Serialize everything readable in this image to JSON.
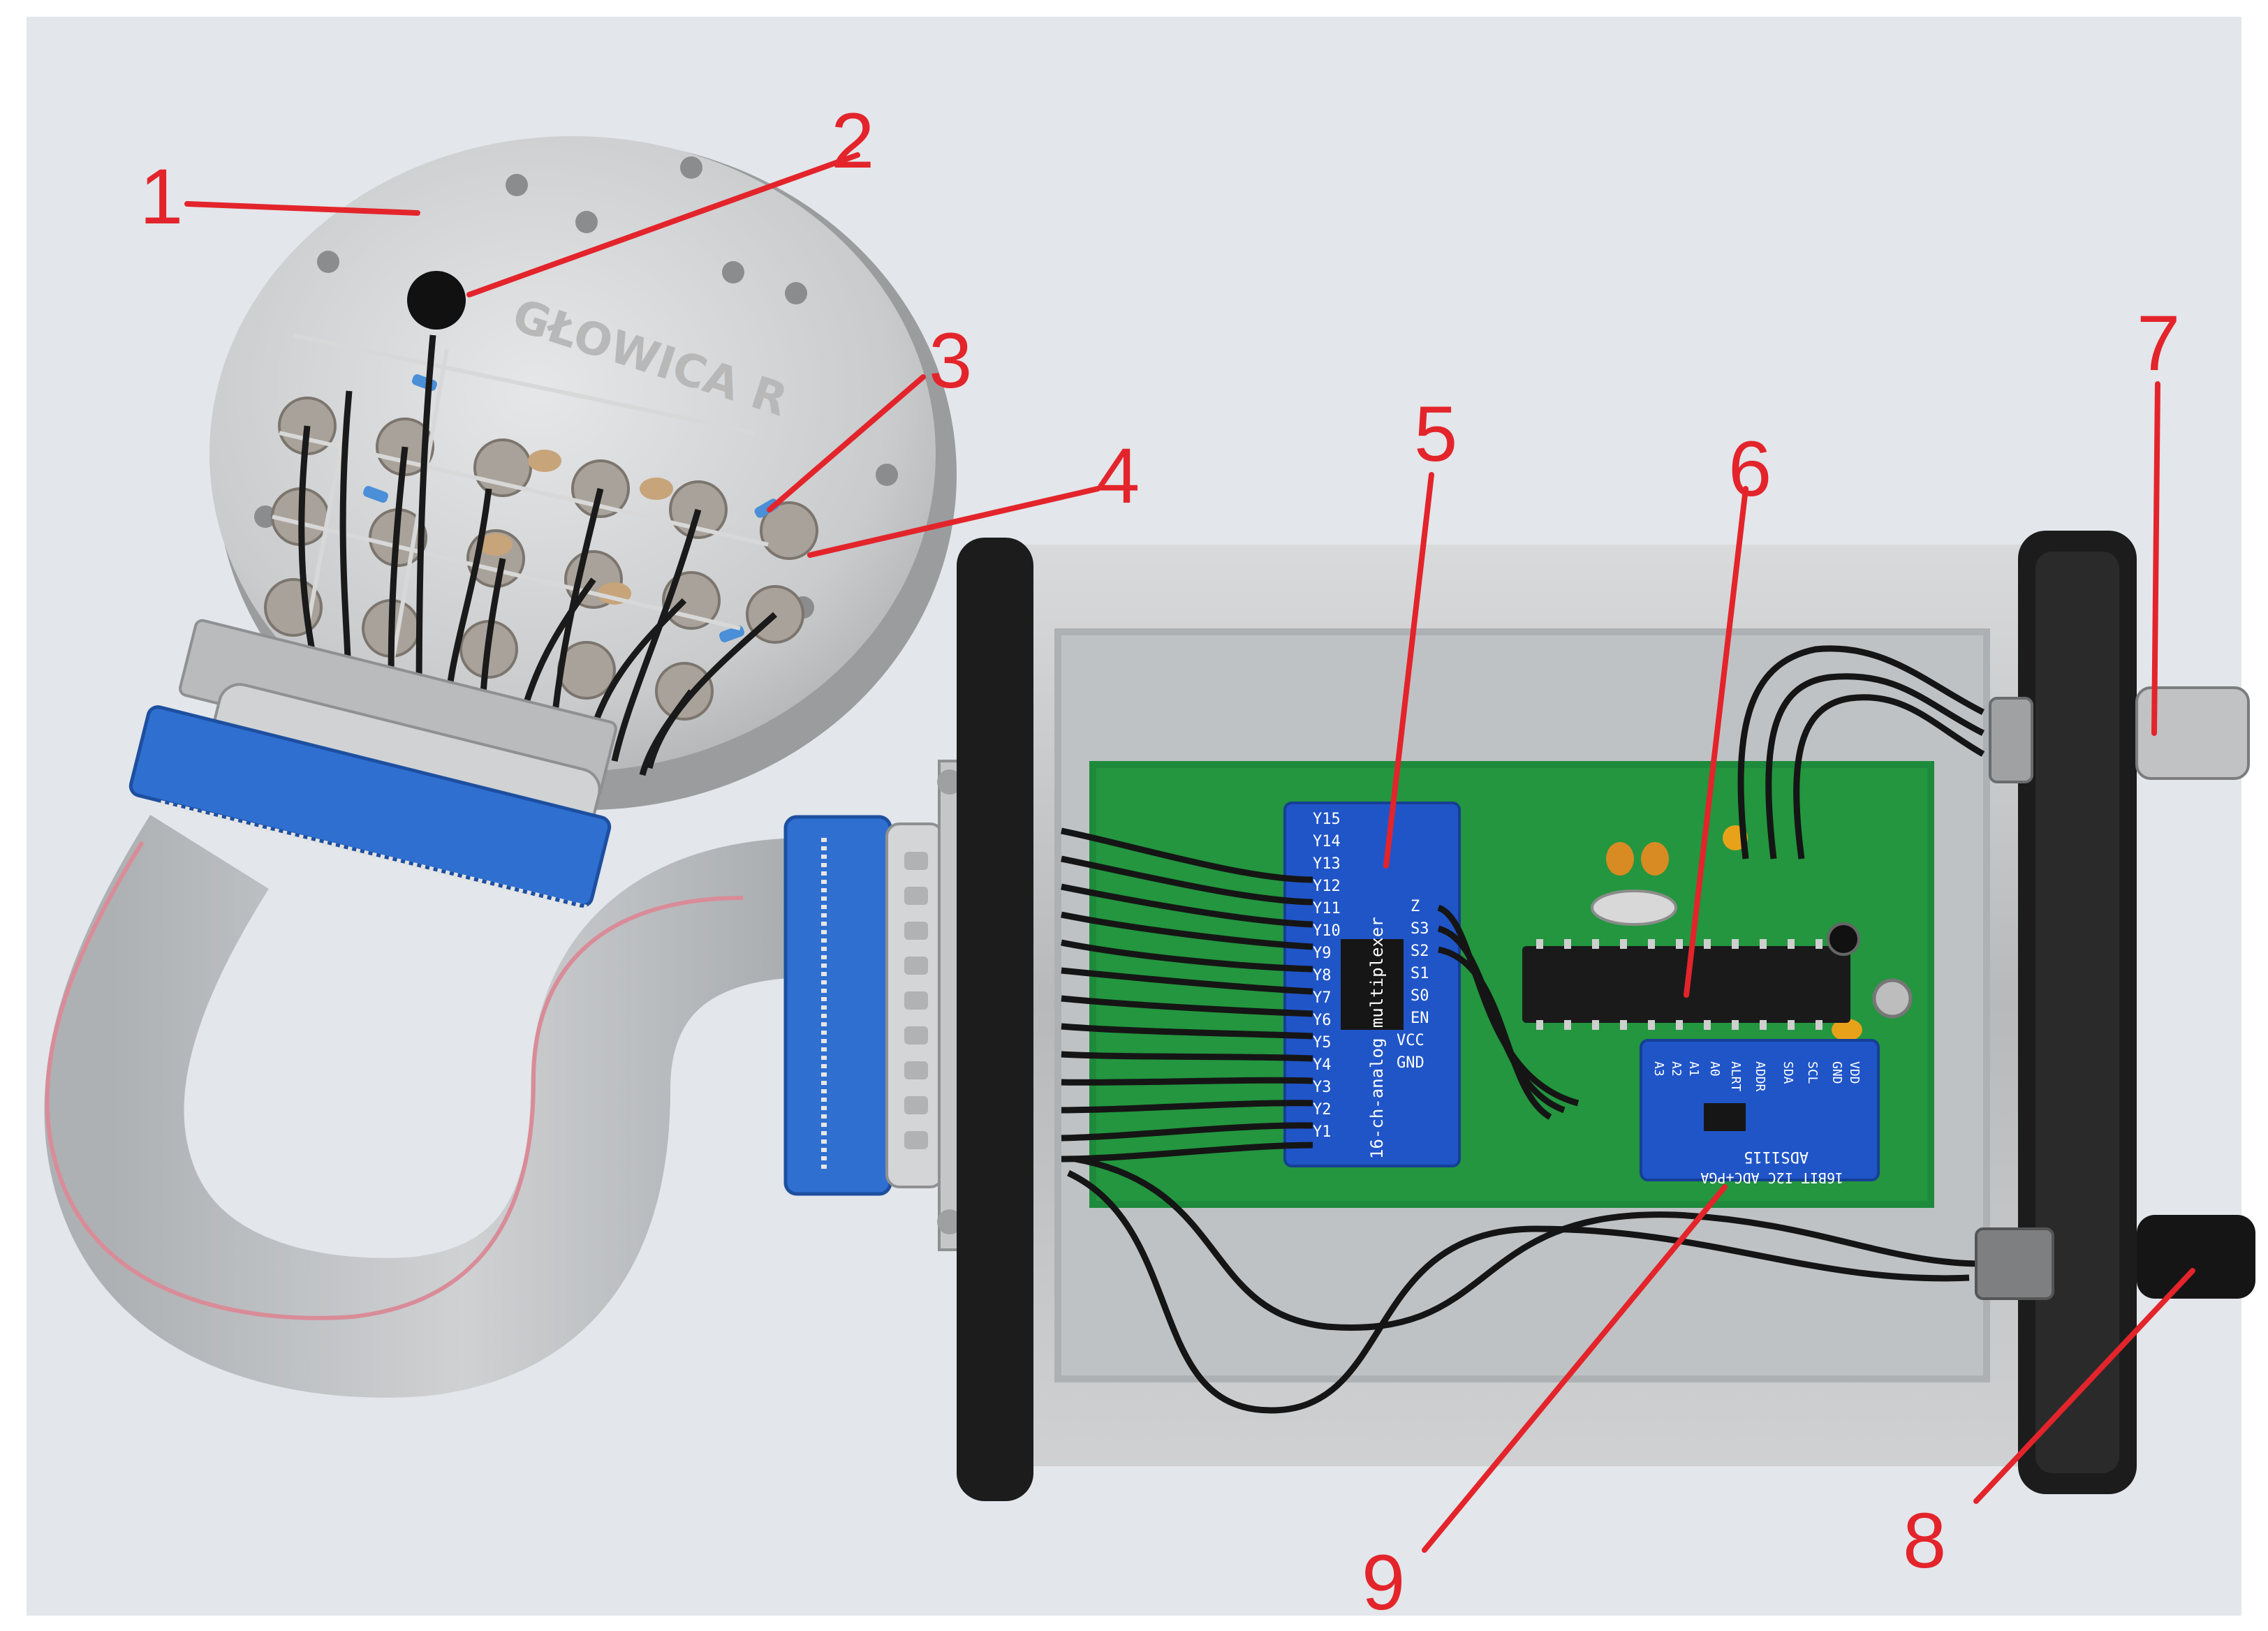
{
  "photo": {
    "engraving": "GŁOWICA R",
    "mux_board": {
      "channel_labels": [
        "Y15",
        "Y14",
        "Y13",
        "Y12",
        "Y11",
        "Y10",
        "Y9",
        "Y8",
        "Y7",
        "Y6",
        "Y5",
        "Y4",
        "Y3",
        "Y2",
        "Y1"
      ],
      "control_labels": [
        "Z",
        "S3",
        "S2",
        "S1",
        "S0",
        "EN",
        "VCC",
        "GND"
      ],
      "board_text": "16-ch-analog multiplexer"
    },
    "adc_board": {
      "pin_labels": [
        "VDD",
        "GND",
        "SCL",
        "SDA",
        "ADDR",
        "ALRT",
        "A0",
        "A1",
        "A2",
        "A3"
      ],
      "board_text": "ADS1115",
      "board_subtext": "16BIT I2C ADC+PGA"
    }
  },
  "callouts": [
    {
      "number": "1"
    },
    {
      "number": "2"
    },
    {
      "number": "3"
    },
    {
      "number": "4"
    },
    {
      "number": "5"
    },
    {
      "number": "6"
    },
    {
      "number": "7"
    },
    {
      "number": "8"
    },
    {
      "number": "9"
    }
  ],
  "colors": {
    "callout": "#e3242b",
    "pcb": "#1e8a3c",
    "module": "#2055c8",
    "aluminium": "#c8cacc",
    "ribbon": "#b9bcbf",
    "connector": "#2f6fd0"
  }
}
